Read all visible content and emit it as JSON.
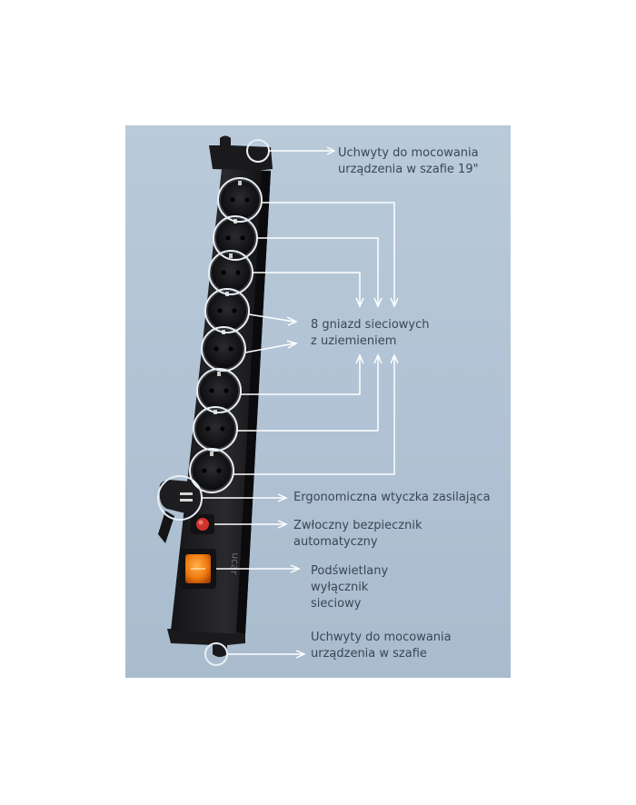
{
  "colors": {
    "panel_background": "#b1c3d4",
    "leader_line": "#ffffff",
    "label_text": "#3a4656",
    "strip_body": "#1e1e21",
    "switch_lamp": "#f07a10",
    "fuse_button": "#d0342c"
  },
  "device": {
    "socket_count": 8,
    "brand_text": "ucar"
  },
  "callouts": {
    "top_mount": {
      "line1": "Uchwyty do mocowania",
      "line2": "urządzenia w szafie 19\""
    },
    "sockets": {
      "line1": "8 gniazd sieciowych",
      "line2": "z uziemieniem"
    },
    "plug": {
      "line1": "Ergonomiczna wtyczka zasilająca"
    },
    "fuse": {
      "line1": "Zwłoczny bezpiecznik",
      "line2": "automatyczny"
    },
    "switch": {
      "line1": "Podświetlany",
      "line2": "wyłącznik",
      "line3": "sieciowy"
    },
    "bottom_mount": {
      "line1": "Uchwyty do mocowania",
      "line2": "urządzenia w szafie"
    }
  }
}
